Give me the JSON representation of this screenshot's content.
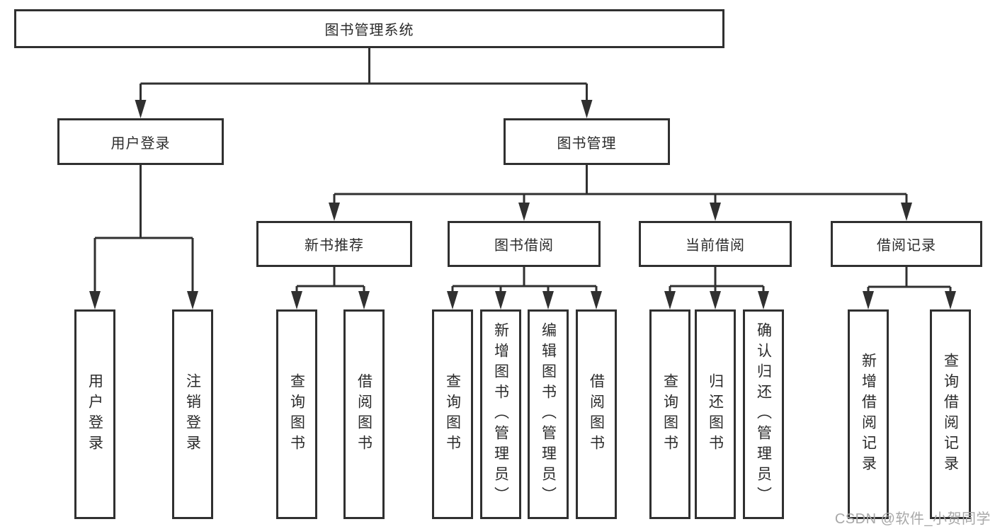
{
  "tree": {
    "label": "图书管理系统",
    "children": [
      {
        "label": "用户登录",
        "children": [
          {
            "label": "用户登录"
          },
          {
            "label": "注销登录"
          }
        ]
      },
      {
        "label": "图书管理",
        "children": [
          {
            "label": "新书推荐",
            "children": [
              {
                "label": "查询图书"
              },
              {
                "label": "借阅图书"
              }
            ]
          },
          {
            "label": "图书借阅",
            "children": [
              {
                "label": "查询图书"
              },
              {
                "label": "新增图书（管理员）"
              },
              {
                "label": "编辑图书（管理员）"
              },
              {
                "label": "借阅图书"
              }
            ]
          },
          {
            "label": "当前借阅",
            "children": [
              {
                "label": "查询图书"
              },
              {
                "label": "归还图书"
              },
              {
                "label": "确认归还（管理员）"
              }
            ]
          },
          {
            "label": "借阅记录",
            "children": [
              {
                "label": "新增借阅记录"
              },
              {
                "label": "查询借阅记录"
              }
            ]
          }
        ]
      }
    ]
  },
  "watermark": {
    "text": "CSDN @软件_小贺同学"
  },
  "colors": {
    "line": "#303030",
    "text": "#2b2b2b",
    "watermark": "#a8a8a8",
    "background": "#ffffff"
  }
}
